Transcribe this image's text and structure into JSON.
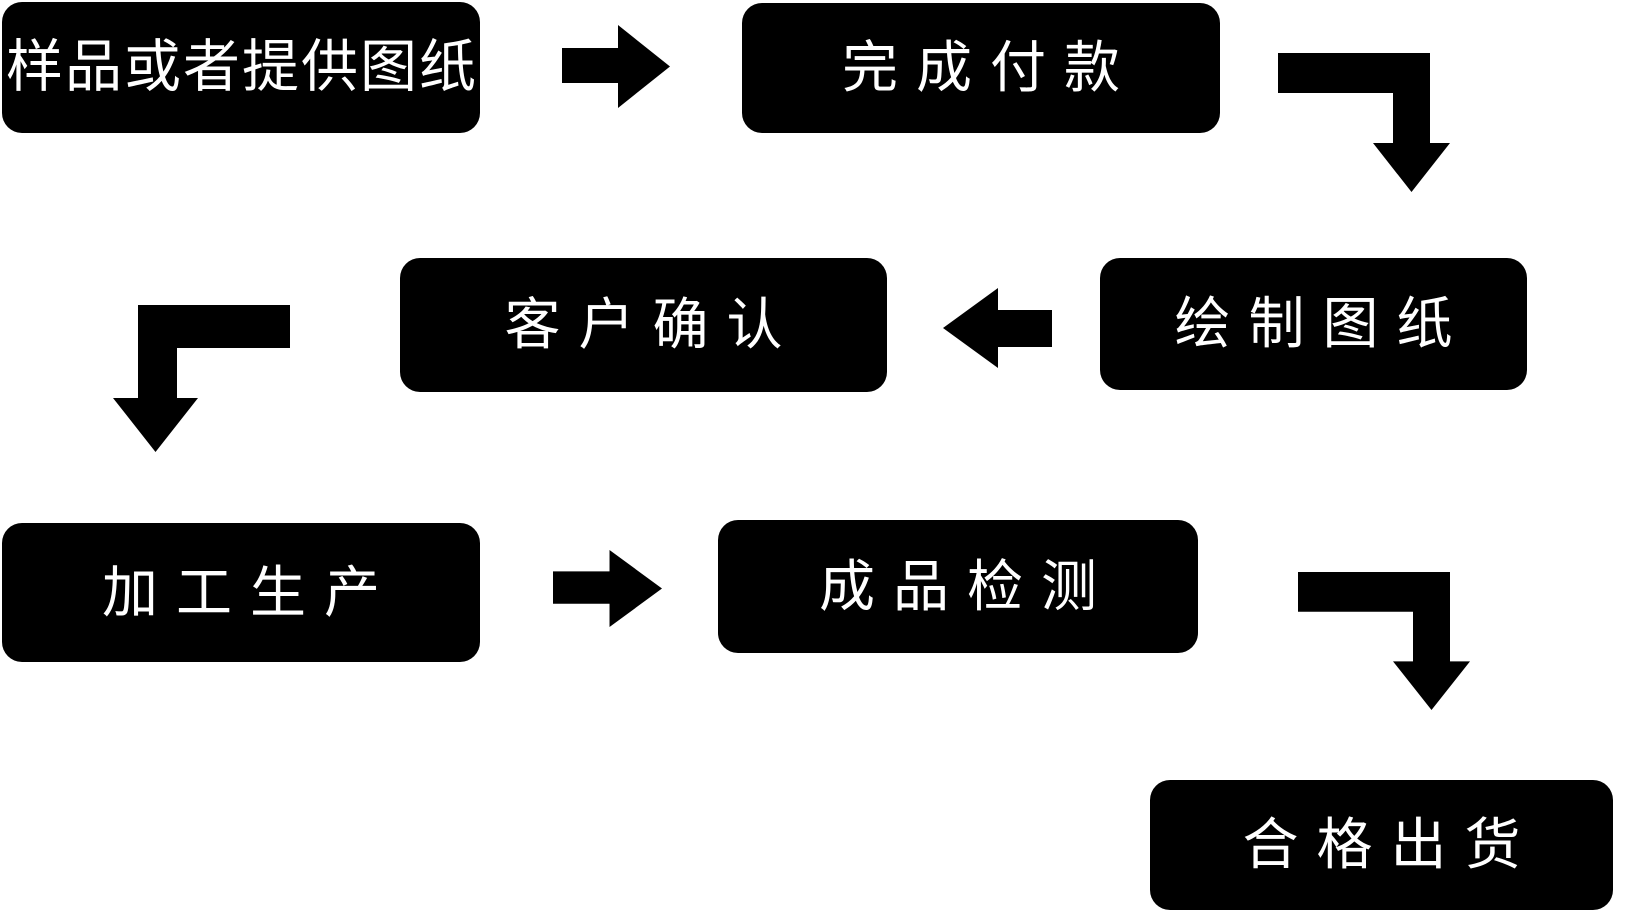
{
  "page": {
    "background_color": "#ffffff",
    "box_color": "#000000",
    "box_text_color": "#ffffff",
    "arrow_color": "#000000"
  },
  "flowchart": {
    "steps": [
      {
        "id": "sample",
        "label": "样品或者提供图纸"
      },
      {
        "id": "payment",
        "label": "完成付款"
      },
      {
        "id": "draw",
        "label": "绘制图纸"
      },
      {
        "id": "confirm",
        "label": "客户确认"
      },
      {
        "id": "produce",
        "label": "加工生产"
      },
      {
        "id": "inspect",
        "label": "成品检测"
      },
      {
        "id": "ship",
        "label": "合格出货"
      }
    ],
    "connectors": [
      {
        "from": "sample",
        "to": "payment",
        "shape": "straight",
        "direction": "right"
      },
      {
        "from": "payment",
        "to": "draw",
        "shape": "elbow",
        "direction": "right-then-down"
      },
      {
        "from": "draw",
        "to": "confirm",
        "shape": "straight",
        "direction": "left"
      },
      {
        "from": "confirm",
        "to": "produce",
        "shape": "elbow",
        "direction": "left-then-down"
      },
      {
        "from": "produce",
        "to": "inspect",
        "shape": "straight",
        "direction": "right"
      },
      {
        "from": "inspect",
        "to": "ship",
        "shape": "elbow",
        "direction": "right-then-down"
      }
    ]
  }
}
